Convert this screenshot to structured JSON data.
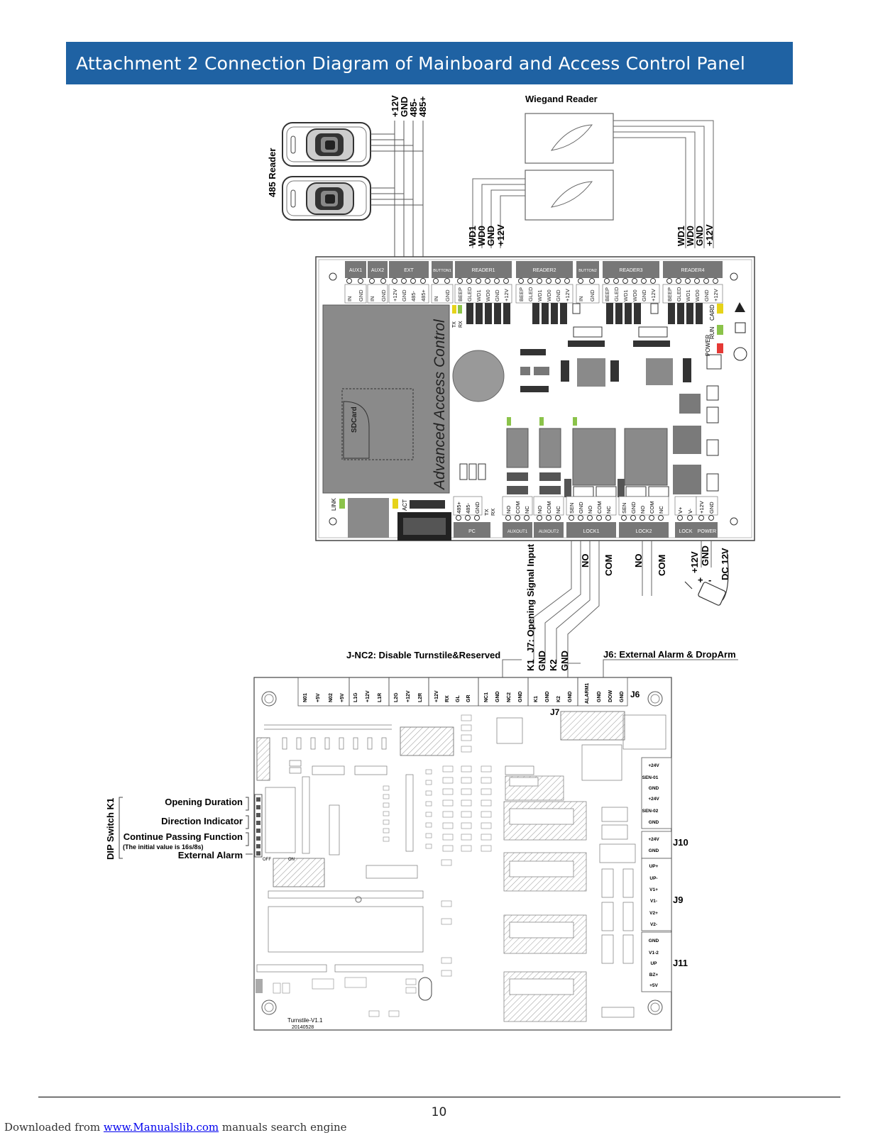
{
  "header": {
    "title": "Attachment 2 Connection Diagram of Mainboard and Access Control Panel"
  },
  "readers": {
    "r485_label": "485 Reader",
    "r485_pins": [
      "+12V",
      "GND",
      "485-",
      "485+"
    ],
    "wiegand_label": "Wiegand Reader",
    "wiegand_pins": [
      "WD1",
      "WD0",
      "GND",
      "+12V"
    ]
  },
  "panel": {
    "title": "Advanced Access Control",
    "sdcard": "SDCard",
    "top_headers": [
      "AUX1",
      "AUX2",
      "EXT",
      "BUTTON1",
      "READER1",
      "READER2",
      "BUTTON2",
      "READER3",
      "READER4"
    ],
    "aux1_pins": [
      "IN",
      "GND"
    ],
    "aux2_pins": [
      "IN",
      "GND"
    ],
    "ext_pins": [
      "+12V",
      "GND",
      "485-",
      "485+"
    ],
    "button_pins": [
      "IN",
      "GND"
    ],
    "reader_pins": [
      "BEEP",
      "GLED",
      "WD1",
      "WD0",
      "GND",
      "+12V"
    ],
    "txrx": [
      "TX",
      "RX"
    ],
    "status_leds": [
      "CARD",
      "RUN",
      "POWER"
    ],
    "bottom_headers": [
      "PC",
      "AUXOUT1",
      "AUXOUT2",
      "LOCK1",
      "LOCK2",
      "LOCK",
      "POWER"
    ],
    "pc_pins": [
      "485+",
      "485-",
      "GND"
    ],
    "auxout_pins": [
      "NO",
      "COM",
      "NC"
    ],
    "lock_pins": [
      "SEN",
      "GND",
      "NO",
      "COM",
      "NC"
    ],
    "lockpwr_pins": [
      "V+",
      "V-"
    ],
    "power_pins": [
      "+12V",
      "GND"
    ],
    "link": "LINK",
    "act": "ACT"
  },
  "wiring": {
    "opening_signal": "J7: Opening Signal Input",
    "lock1_no": "NO",
    "lock1_com": "COM",
    "lock2_no": "NO",
    "lock2_com": "COM",
    "psu_pins": [
      "+12V",
      "GND"
    ],
    "psu_signs": [
      "+",
      "-"
    ],
    "dc": "DC 12V",
    "j7_pins": [
      "K1",
      "GND",
      "K2",
      "GND"
    ],
    "jnc2_label": "J-NC2: Disable Turnstile&Reserved",
    "j6_label": "J6: External Alarm & DropArm"
  },
  "turnstile": {
    "top_pins": [
      "N01",
      "+5V",
      "N02",
      "+5V",
      "L1G",
      "+12V",
      "L1R",
      "L2G",
      "+12V",
      "L2R",
      "+12V",
      "RX",
      "GL",
      "GR",
      "NC1",
      "GND",
      "NC2",
      "GND",
      "K1",
      "GND",
      "K2",
      "GND",
      "ALARM1",
      "GND",
      "DOW",
      "GND"
    ],
    "j6": "J6",
    "j7": "J7",
    "j9": "J9",
    "j10": "J10",
    "j11": "J11",
    "right_pins": [
      "+24V",
      "SEN-01",
      "GND",
      "+24V",
      "SEN-02",
      "GND",
      "+24V",
      "GND",
      "UP+",
      "UP-",
      "V1+",
      "V1-",
      "V2+",
      "V2-",
      "GND",
      "V1-2",
      "UP",
      "BZ+",
      "+5V"
    ],
    "board_name": "Turnstile-V1.1",
    "board_date": "20140528",
    "off": "OFF",
    "on": "ON"
  },
  "dip": {
    "title": "DIP Switch K1",
    "items": [
      "Opening Duration",
      "Direction Indicator",
      "Continue Passing Function",
      "External Alarm"
    ],
    "note": "(The initial value is 16s/8s)"
  },
  "footer": {
    "page": "10",
    "prefix": "Downloaded from ",
    "link": "www.Manualslib.com",
    "suffix": " manuals search engine"
  }
}
